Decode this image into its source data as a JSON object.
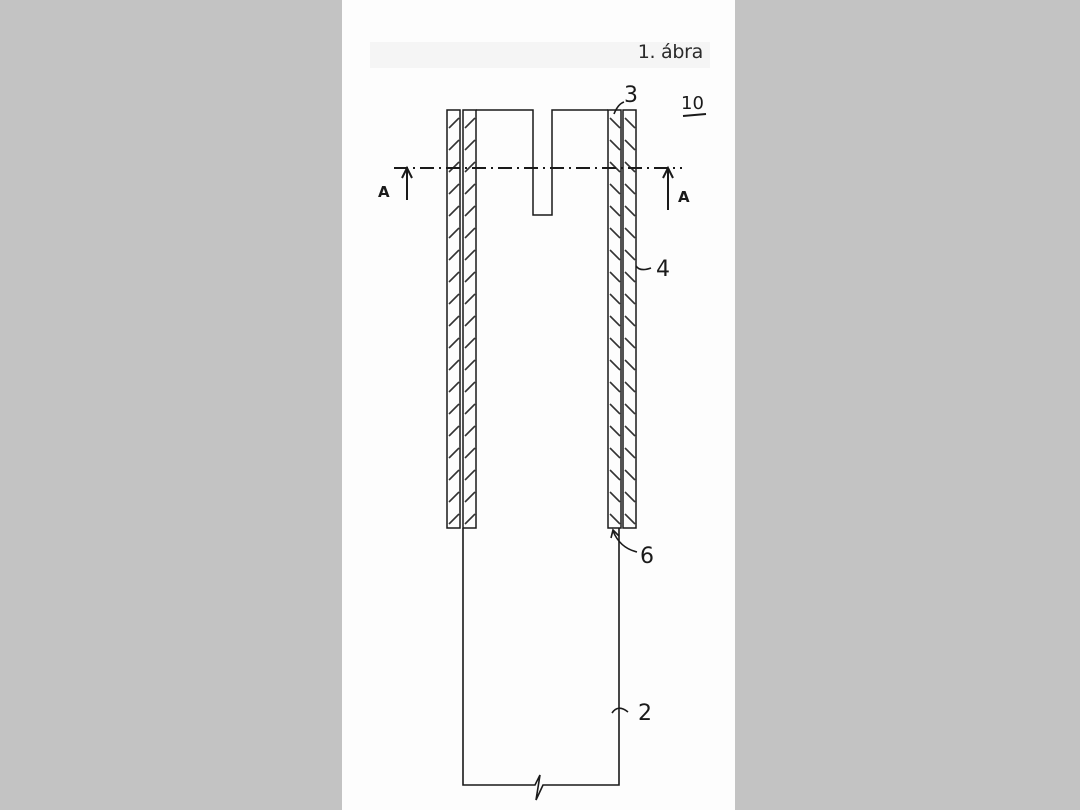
{
  "figure": {
    "title": "1. ábra",
    "reference_numeral": "10",
    "section_marker_left": "A",
    "section_marker_right": "A",
    "labels": {
      "outer_casing": "3",
      "outer_wall": "4",
      "seal": "6",
      "inner_body": "2"
    }
  },
  "colors": {
    "background": "#c3c3c3",
    "page": "#fdfdfd",
    "ink": "#1a1a1a"
  }
}
